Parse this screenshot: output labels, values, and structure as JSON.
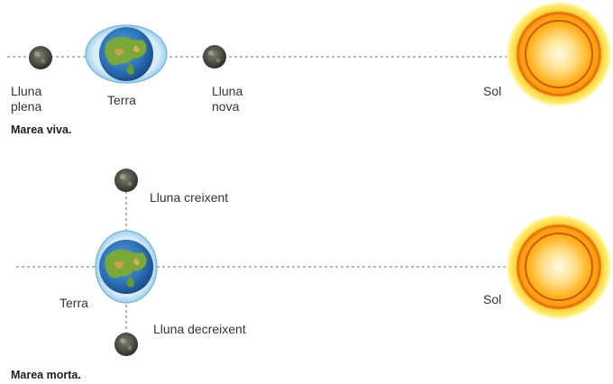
{
  "spring_tide": {
    "full_moon_label": "Lluna\nplena",
    "earth_label": "Terra",
    "new_moon_label": "Lluna\nnova",
    "sun_label": "Sol",
    "caption": "Marea viva."
  },
  "neap_tide": {
    "waxing_moon_label": "Lluna creixent",
    "earth_label": "Terra",
    "waning_moon_label": "Lluna decreixent",
    "sun_label": "Sol",
    "caption": "Marea morta."
  },
  "colors": {
    "sun_core": "#fff6c8",
    "sun_mid": "#ffb01f",
    "sun_halo": "#ffe64d",
    "sun_ring": "#c85a00",
    "tidal_bulge": "#bfe3f6",
    "ocean": "#2f7fc4",
    "land": "#7aa93a",
    "moon": "#4a4f44",
    "dash_line": "#8a8a8a"
  }
}
